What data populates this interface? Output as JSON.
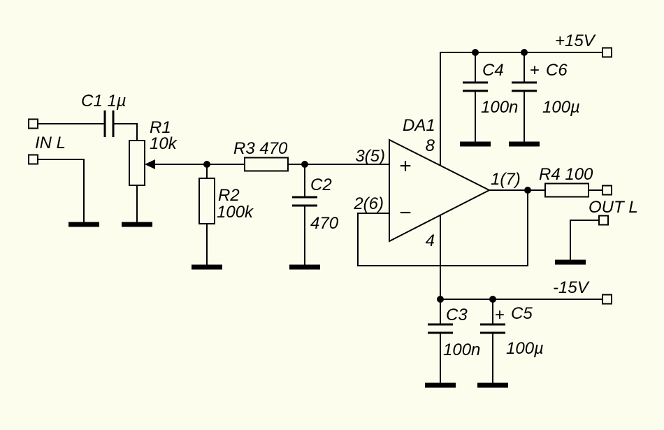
{
  "diagram": {
    "type": "circuit-schematic",
    "colors": {
      "background": "#fdfdee",
      "line": "#000000"
    },
    "input": {
      "label": "IN L"
    },
    "output": {
      "label": "OUT L"
    },
    "rails": {
      "positive": "+15V",
      "negative": "-15V"
    },
    "opamp": {
      "name": "DA1",
      "pin_noninv": "3(5)",
      "pin_inv": "2(6)",
      "pin_vplus": "8",
      "pin_vminus": "4",
      "pin_out": "1(7)",
      "plus": "+",
      "minus": "−"
    },
    "components": {
      "c1": {
        "label": "C1 1µ"
      },
      "r1": {
        "name": "R1",
        "value": "10k"
      },
      "r2": {
        "name": "R2",
        "value": "100k"
      },
      "r3": {
        "label": "R3 470"
      },
      "c2": {
        "name": "C2",
        "value": "470"
      },
      "r4": {
        "label": "R4 100"
      },
      "c4": {
        "name": "C4",
        "value": "100n"
      },
      "c6": {
        "name": "C6",
        "value": "100µ",
        "polarity": "+"
      },
      "c3": {
        "name": "C3",
        "value": "100n"
      },
      "c5": {
        "name": "C5",
        "value": "100µ",
        "polarity": "+"
      }
    }
  }
}
